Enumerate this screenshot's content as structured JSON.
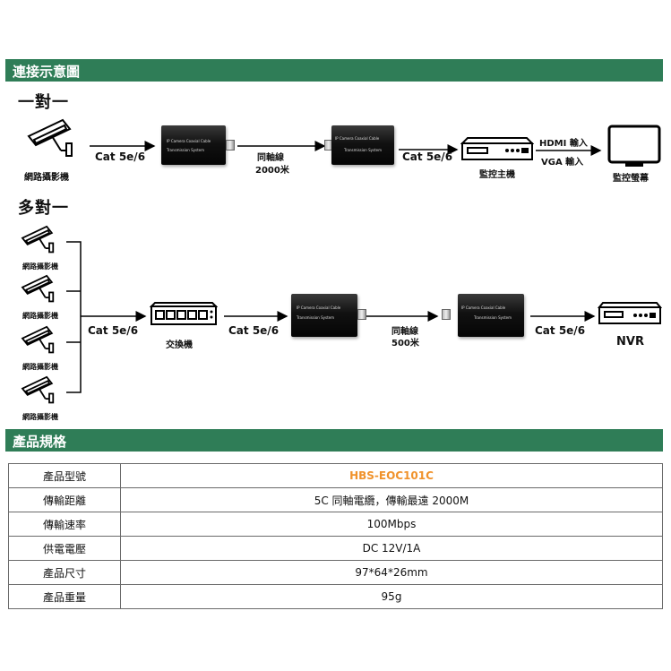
{
  "sections": {
    "connection": "連接示意圖",
    "spec": "產品規格"
  },
  "diagram": {
    "one_to_one": {
      "title": "一對一",
      "camera_label": "網路攝影機",
      "cable1": "Cat 5e/6",
      "coax": "同軸線",
      "coax_len": "2000米",
      "cable2": "Cat 5e/6",
      "recorder_label": "監控主機",
      "hdmi": "HDMI 輸入",
      "vga": "VGA 輸入",
      "monitor_label": "監控螢幕",
      "device_text_a": "IP Camera Coaxial Cable",
      "device_text_b": "Transmission System"
    },
    "multi": {
      "title": "多對一",
      "camera_label": "網路攝影機",
      "cable1": "Cat 5e/6",
      "switch_label": "交換機",
      "cable2": "Cat 5e/6",
      "coax": "同軸線",
      "coax_len": "500米",
      "cable3": "Cat 5e/6",
      "nvr_label": "NVR",
      "device_text_a": "IP Camera Coaxial Cable",
      "device_text_b": "Transmission System"
    }
  },
  "specs": [
    {
      "key": "產品型號",
      "value": "HBS-EOC101C"
    },
    {
      "key": "傳輸距離",
      "value": "5C 同軸電纜，傳輸最遠 2000M"
    },
    {
      "key": "傳輸速率",
      "value": "100Mbps"
    },
    {
      "key": "供電電壓",
      "value": "DC 12V/1A"
    },
    {
      "key": "產品尺寸",
      "value": "97*64*26mm"
    },
    {
      "key": "產品重量",
      "value": "95g"
    }
  ],
  "colors": {
    "section_bar": "#2f7d57",
    "model_highlight": "#f0922b"
  }
}
